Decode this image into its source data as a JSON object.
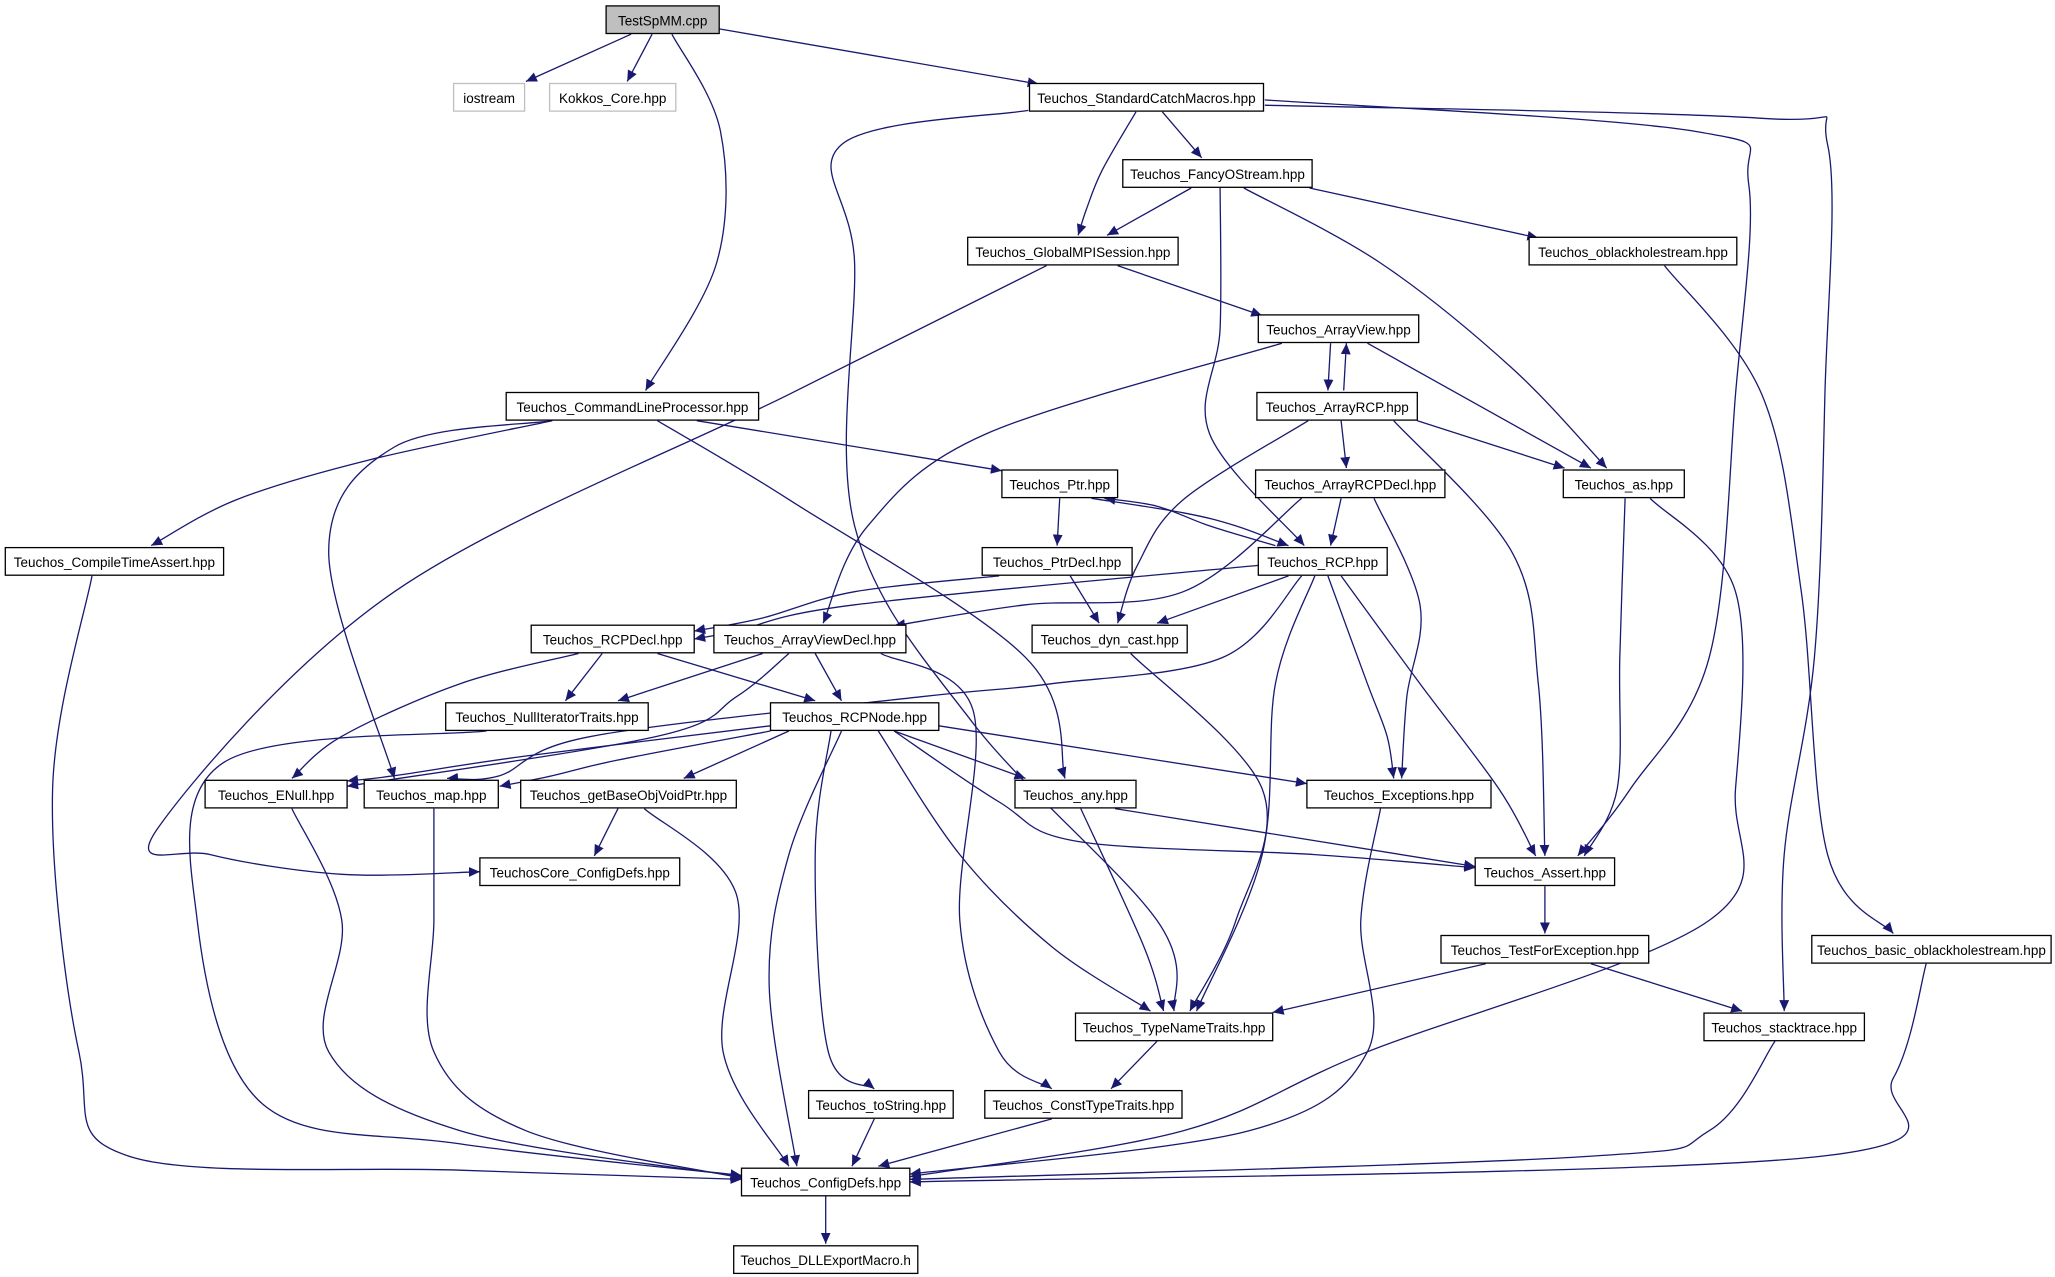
{
  "diagram": {
    "nodes": [
      {
        "id": "TestSpMM_cpp",
        "label": "TestSpMM.cpp",
        "kind": "root"
      },
      {
        "id": "iostream",
        "label": "iostream",
        "kind": "external"
      },
      {
        "id": "Kokkos_Core",
        "label": "Kokkos_Core.hpp",
        "kind": "external"
      },
      {
        "id": "StandardCatchMacros",
        "label": "Teuchos_StandardCatchMacros.hpp",
        "kind": "header"
      },
      {
        "id": "FancyOStream",
        "label": "Teuchos_FancyOStream.hpp",
        "kind": "header"
      },
      {
        "id": "GlobalMPISession",
        "label": "Teuchos_GlobalMPISession.hpp",
        "kind": "header"
      },
      {
        "id": "oblackholestream",
        "label": "Teuchos_oblackholestream.hpp",
        "kind": "header"
      },
      {
        "id": "ArrayView",
        "label": "Teuchos_ArrayView.hpp",
        "kind": "header"
      },
      {
        "id": "CommandLineProcessor",
        "label": "Teuchos_CommandLineProcessor.hpp",
        "kind": "header"
      },
      {
        "id": "ArrayRCP",
        "label": "Teuchos_ArrayRCP.hpp",
        "kind": "header"
      },
      {
        "id": "Ptr",
        "label": "Teuchos_Ptr.hpp",
        "kind": "header"
      },
      {
        "id": "ArrayRCPDecl",
        "label": "Teuchos_ArrayRCPDecl.hpp",
        "kind": "header"
      },
      {
        "id": "as",
        "label": "Teuchos_as.hpp",
        "kind": "header"
      },
      {
        "id": "CompileTimeAssert",
        "label": "Teuchos_CompileTimeAssert.hpp",
        "kind": "header"
      },
      {
        "id": "PtrDecl",
        "label": "Teuchos_PtrDecl.hpp",
        "kind": "header"
      },
      {
        "id": "RCP",
        "label": "Teuchos_RCP.hpp",
        "kind": "header"
      },
      {
        "id": "RCPDecl",
        "label": "Teuchos_RCPDecl.hpp",
        "kind": "header"
      },
      {
        "id": "ArrayViewDecl",
        "label": "Teuchos_ArrayViewDecl.hpp",
        "kind": "header"
      },
      {
        "id": "dyn_cast",
        "label": "Teuchos_dyn_cast.hpp",
        "kind": "header"
      },
      {
        "id": "NullIteratorTraits",
        "label": "Teuchos_NullIteratorTraits.hpp",
        "kind": "header"
      },
      {
        "id": "RCPNode",
        "label": "Teuchos_RCPNode.hpp",
        "kind": "header"
      },
      {
        "id": "ENull",
        "label": "Teuchos_ENull.hpp",
        "kind": "header"
      },
      {
        "id": "map",
        "label": "Teuchos_map.hpp",
        "kind": "header"
      },
      {
        "id": "getBaseObjVoidPtr",
        "label": "Teuchos_getBaseObjVoidPtr.hpp",
        "kind": "header"
      },
      {
        "id": "any",
        "label": "Teuchos_any.hpp",
        "kind": "header"
      },
      {
        "id": "Exceptions",
        "label": "Teuchos_Exceptions.hpp",
        "kind": "header"
      },
      {
        "id": "TeuchosCore_ConfigDefs",
        "label": "TeuchosCore_ConfigDefs.hpp",
        "kind": "header"
      },
      {
        "id": "Assert",
        "label": "Teuchos_Assert.hpp",
        "kind": "header"
      },
      {
        "id": "TestForException",
        "label": "Teuchos_TestForException.hpp",
        "kind": "header"
      },
      {
        "id": "basic_oblackholestream",
        "label": "Teuchos_basic_oblackholestream.hpp",
        "kind": "header"
      },
      {
        "id": "TypeNameTraits",
        "label": "Teuchos_TypeNameTraits.hpp",
        "kind": "header"
      },
      {
        "id": "stacktrace",
        "label": "Teuchos_stacktrace.hpp",
        "kind": "header"
      },
      {
        "id": "toString",
        "label": "Teuchos_toString.hpp",
        "kind": "header"
      },
      {
        "id": "ConstTypeTraits",
        "label": "Teuchos_ConstTypeTraits.hpp",
        "kind": "header"
      },
      {
        "id": "ConfigDefs",
        "label": "Teuchos_ConfigDefs.hpp",
        "kind": "header"
      },
      {
        "id": "DLLExportMacro",
        "label": "Teuchos_DLLExportMacro.h",
        "kind": "header"
      }
    ],
    "edges": [
      {
        "from": "TestSpMM_cpp",
        "to": "iostream"
      },
      {
        "from": "TestSpMM_cpp",
        "to": "Kokkos_Core"
      },
      {
        "from": "TestSpMM_cpp",
        "to": "StandardCatchMacros"
      },
      {
        "from": "TestSpMM_cpp",
        "to": "CommandLineProcessor"
      },
      {
        "from": "StandardCatchMacros",
        "to": "FancyOStream"
      },
      {
        "from": "StandardCatchMacros",
        "to": "GlobalMPISession"
      },
      {
        "from": "StandardCatchMacros",
        "to": "Assert"
      },
      {
        "from": "StandardCatchMacros",
        "to": "TypeNameTraits"
      },
      {
        "from": "StandardCatchMacros",
        "to": "stacktrace"
      },
      {
        "from": "FancyOStream",
        "to": "GlobalMPISession"
      },
      {
        "from": "FancyOStream",
        "to": "oblackholestream"
      },
      {
        "from": "FancyOStream",
        "to": "as"
      },
      {
        "from": "FancyOStream",
        "to": "RCP"
      },
      {
        "from": "GlobalMPISession",
        "to": "ArrayView"
      },
      {
        "from": "GlobalMPISession",
        "to": "TeuchosCore_ConfigDefs"
      },
      {
        "from": "oblackholestream",
        "to": "basic_oblackholestream"
      },
      {
        "from": "ArrayView",
        "to": "ArrayRCP"
      },
      {
        "from": "ArrayView",
        "to": "as"
      },
      {
        "from": "ArrayView",
        "to": "ArrayViewDecl"
      },
      {
        "from": "ArrayRCP",
        "to": "ArrayView"
      },
      {
        "from": "ArrayRCP",
        "to": "ArrayRCPDecl"
      },
      {
        "from": "ArrayRCP",
        "to": "as"
      },
      {
        "from": "ArrayRCP",
        "to": "Assert"
      },
      {
        "from": "ArrayRCP",
        "to": "dyn_cast"
      },
      {
        "from": "ArrayRCPDecl",
        "to": "RCP"
      },
      {
        "from": "ArrayRCPDecl",
        "to": "ArrayViewDecl"
      },
      {
        "from": "ArrayRCPDecl",
        "to": "Exceptions"
      },
      {
        "from": "as",
        "to": "Assert"
      },
      {
        "from": "as",
        "to": "ConfigDefs"
      },
      {
        "from": "CommandLineProcessor",
        "to": "CompileTimeAssert"
      },
      {
        "from": "CommandLineProcessor",
        "to": "Ptr"
      },
      {
        "from": "CommandLineProcessor",
        "to": "map"
      },
      {
        "from": "CommandLineProcessor",
        "to": "any"
      },
      {
        "from": "CompileTimeAssert",
        "to": "ConfigDefs"
      },
      {
        "from": "Ptr",
        "to": "PtrDecl"
      },
      {
        "from": "Ptr",
        "to": "RCP"
      },
      {
        "from": "PtrDecl",
        "to": "RCPDecl"
      },
      {
        "from": "PtrDecl",
        "to": "dyn_cast"
      },
      {
        "from": "RCP",
        "to": "Ptr"
      },
      {
        "from": "RCP",
        "to": "RCPDecl"
      },
      {
        "from": "RCP",
        "to": "dyn_cast"
      },
      {
        "from": "RCP",
        "to": "map"
      },
      {
        "from": "RCP",
        "to": "Exceptions"
      },
      {
        "from": "RCP",
        "to": "Assert"
      },
      {
        "from": "RCP",
        "to": "TypeNameTraits"
      },
      {
        "from": "RCPDecl",
        "to": "NullIteratorTraits"
      },
      {
        "from": "RCPDecl",
        "to": "RCPNode"
      },
      {
        "from": "RCPDecl",
        "to": "ENull"
      },
      {
        "from": "ArrayViewDecl",
        "to": "NullIteratorTraits"
      },
      {
        "from": "ArrayViewDecl",
        "to": "RCPNode"
      },
      {
        "from": "ArrayViewDecl",
        "to": "ENull"
      },
      {
        "from": "ArrayViewDecl",
        "to": "ConstTypeTraits"
      },
      {
        "from": "dyn_cast",
        "to": "TypeNameTraits"
      },
      {
        "from": "NullIteratorTraits",
        "to": "ConfigDefs"
      },
      {
        "from": "RCPNode",
        "to": "ENull"
      },
      {
        "from": "RCPNode",
        "to": "map"
      },
      {
        "from": "RCPNode",
        "to": "getBaseObjVoidPtr"
      },
      {
        "from": "RCPNode",
        "to": "any"
      },
      {
        "from": "RCPNode",
        "to": "Exceptions"
      },
      {
        "from": "RCPNode",
        "to": "Assert"
      },
      {
        "from": "RCPNode",
        "to": "TypeNameTraits"
      },
      {
        "from": "RCPNode",
        "to": "toString"
      },
      {
        "from": "RCPNode",
        "to": "ConfigDefs"
      },
      {
        "from": "ENull",
        "to": "ConfigDefs"
      },
      {
        "from": "map",
        "to": "ConfigDefs"
      },
      {
        "from": "getBaseObjVoidPtr",
        "to": "TeuchosCore_ConfigDefs"
      },
      {
        "from": "getBaseObjVoidPtr",
        "to": "ConfigDefs"
      },
      {
        "from": "any",
        "to": "Assert"
      },
      {
        "from": "any",
        "to": "TypeNameTraits"
      },
      {
        "from": "Exceptions",
        "to": "ConfigDefs"
      },
      {
        "from": "Assert",
        "to": "TestForException"
      },
      {
        "from": "TestForException",
        "to": "TypeNameTraits"
      },
      {
        "from": "TestForException",
        "to": "stacktrace"
      },
      {
        "from": "basic_oblackholestream",
        "to": "ConfigDefs"
      },
      {
        "from": "TypeNameTraits",
        "to": "ConstTypeTraits"
      },
      {
        "from": "stacktrace",
        "to": "ConfigDefs"
      },
      {
        "from": "toString",
        "to": "ConfigDefs"
      },
      {
        "from": "ConstTypeTraits",
        "to": "ConfigDefs"
      },
      {
        "from": "ConfigDefs",
        "to": "DLLExportMacro"
      }
    ]
  },
  "colors": {
    "edge": "#191970",
    "node_border": "#000000",
    "external_border": "#bfbfbf",
    "root_fill": "#bfbfbf",
    "node_fill": "#ffffff",
    "background": "#ffffff"
  }
}
